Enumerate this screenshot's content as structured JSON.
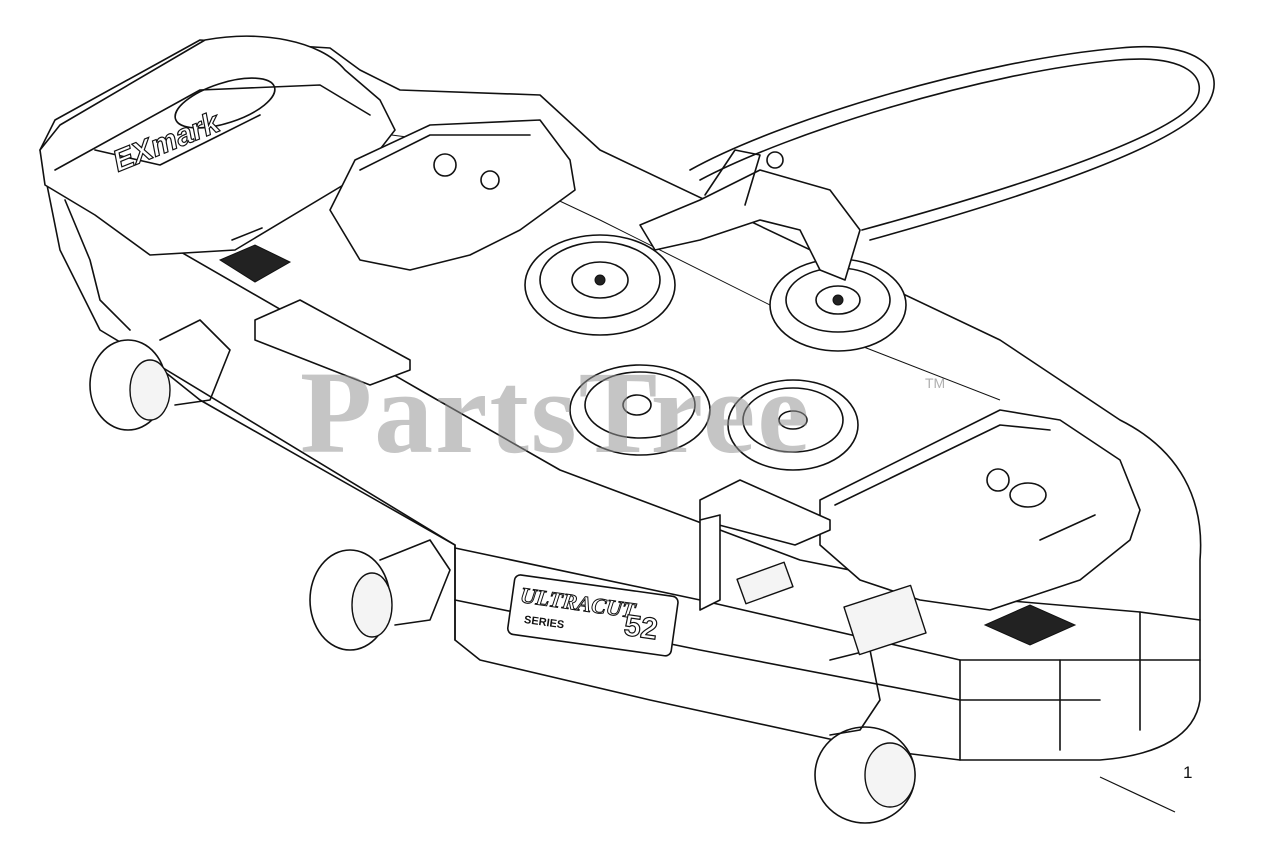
{
  "watermark": {
    "text": "PartsTree",
    "trademark": "TM"
  },
  "brand": {
    "logo_text": "EXmark",
    "product_badge_text": "ULTRACUT",
    "product_badge_sub": "SERIES",
    "product_badge_number": "52"
  },
  "callouts": [
    {
      "label": "1"
    }
  ],
  "colors": {
    "line": "#111111",
    "watermark": "#969696",
    "background": "#ffffff"
  }
}
